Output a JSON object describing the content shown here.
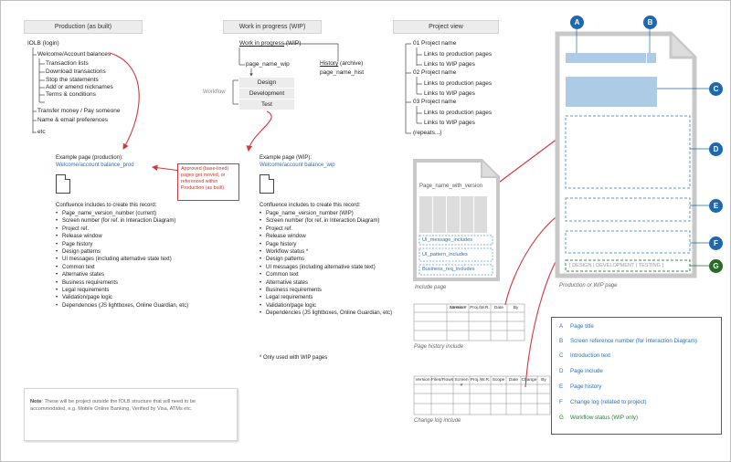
{
  "production": {
    "header": "Production (as built)",
    "items": [
      "IOLB (login)",
      "Welcome/Account balances",
      "Transaction lists",
      "Download transactions",
      "Stop the statements",
      "Add or amend nicknames",
      "Terms & conditions",
      "Transfer money / Pay someone",
      "Name & email preferences",
      "etc"
    ],
    "example_label": "Example page (production):",
    "example_link": "Welcome/account balance_prod",
    "confluence_title": "Confluence includes to create this record:",
    "bullets": [
      "Page_name_version_number (current)",
      "Screen number (for ref. in Interaction Diagram)",
      "Project ref.",
      "Release window",
      "Page history",
      "Design patterns",
      "UI messages (including alternative state text)",
      "Common text",
      "Alternative states",
      "Business requirements",
      "Legal requirements",
      "Validation/page logic",
      "Dependencies (JS lightboxes, Online Guardian, etc)"
    ]
  },
  "wip": {
    "header": "Work in progress (WIP)",
    "title": "Work in progress",
    "title_suffix": " (WIP)",
    "history": "History",
    "history_suffix": " (archive)",
    "page_name_wip": "page_name_wip",
    "page_name_hist": "page_name_hist",
    "workflow_label": "Workflow",
    "workflow": [
      "Design",
      "Development",
      "Test"
    ],
    "example_label": "Example page (WIP):",
    "example_link": "Welcome/account balance_wip",
    "confluence_title": "Confluence includes to create this record:",
    "bullets": [
      "Page_name_version_number (WIP)",
      "Screen number (for ref. in Interaction Diagram)",
      "Project ref.",
      "Release window",
      "Page history",
      "Workflow status *",
      "Design patterns",
      "UI messages (including alternative state text)",
      "Common text",
      "Alternative states",
      "Business requirements",
      "Legal requirements",
      "Validation/page logic",
      "Dependencies (JS lightboxes, Online Guardian, etc)"
    ],
    "footnote": "* Only used with WIP pages"
  },
  "approved_note": "Approved (base-lined) pages get moved, or referenced within Production (as built).",
  "project": {
    "header": "Project view",
    "items": [
      "01 Project name",
      "Links to production pages",
      "Links to WIP pages",
      "02 Project name",
      "Links to production pages",
      "Links to WIP pages",
      "03 Project name",
      "Links to production pages",
      "Links to WIP pages",
      "(repeats...)"
    ]
  },
  "include_page": {
    "title": "Page_name_with_version",
    "includes": [
      "UI_message_includes",
      "UI_pattern_includes",
      "Business_req_includes"
    ],
    "caption": "Include page"
  },
  "page_history": {
    "columns": [
      "Version",
      "Screen #",
      "Proj./W.R.",
      "Date",
      "By"
    ],
    "caption": "Page history include"
  },
  "change_log": {
    "columns": [
      "Version",
      "Files/Flows",
      "Screen #",
      "Proj./W.R.",
      "Scope",
      "Date",
      "Change",
      "By"
    ],
    "caption": "Change log include"
  },
  "production_wip_page": {
    "workflow_bar": "[ DESIGN | DEVELOPMENT | TESTING ]",
    "caption": "Production or WIP page"
  },
  "legend": [
    {
      "key": "A",
      "label": "Page title"
    },
    {
      "key": "B",
      "label": "Screen reference number (for Interaction Diagram)"
    },
    {
      "key": "C",
      "label": "Introduction text"
    },
    {
      "key": "D",
      "label": "Page include"
    },
    {
      "key": "E",
      "label": "Page history"
    },
    {
      "key": "F",
      "label": "Change log (related to project)"
    },
    {
      "key": "G",
      "label": "Workflow status (WIP only)"
    }
  ],
  "note": {
    "label": "Note",
    "text": ": These will be project outside the IOLB structure that will need to be accommodated, e.g. Mobile Online Banking, Verified by Visa, ATMs etc."
  },
  "colors": {
    "accent_blue": "#1f68ad",
    "link_blue": "#2e6fb3",
    "red_arrow": "#d0393b",
    "green": "#2a6a2a",
    "light_blue_fill": "#aecbe6",
    "header_gray": "#ececec"
  }
}
